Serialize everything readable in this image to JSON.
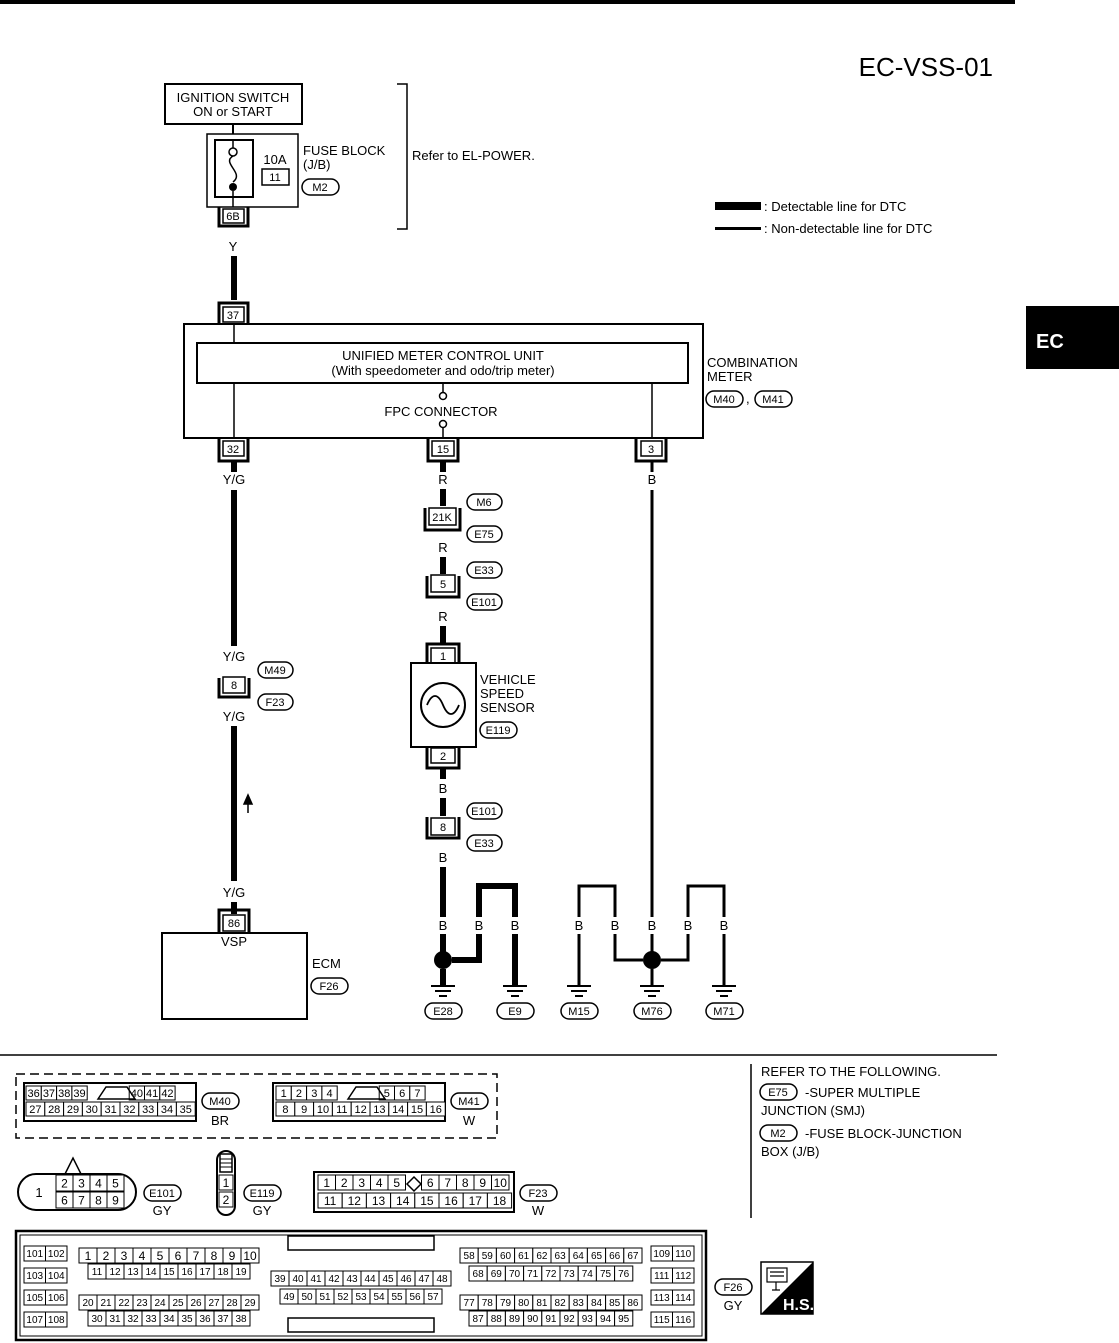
{
  "header": {
    "diagram_id": "EC-VSS-01",
    "section_tab": "EC"
  },
  "power": {
    "ignition_line1": "IGNITION SWITCH",
    "ignition_line2": "ON or START",
    "fuse_amp": "10A",
    "fuse_no": "11",
    "fuse_block_line1": "FUSE BLOCK",
    "fuse_block_line2": "(J/B)",
    "fuse_conn": "M2",
    "refer": "Refer to EL-POWER.",
    "fuse_term": "6B",
    "wire_y": "Y"
  },
  "legend": {
    "detectable": ": Detectable line for DTC",
    "non_detectable": ": Non-detectable line for DTC"
  },
  "meter": {
    "term_37": "37",
    "unit_line1": "UNIFIED METER CONTROL UNIT",
    "unit_line2": "(With speedometer and odo/trip meter)",
    "fpc": "FPC CONNECTOR",
    "name_line1": "COMBINATION",
    "name_line2": "METER",
    "conn1": "M40",
    "comma": ",",
    "conn2": "M41",
    "term_32": "32",
    "term_15": "15",
    "term_3": "3"
  },
  "left_path": {
    "wire_a": "Y/G",
    "wire_b": "Y/G",
    "term_8": "8",
    "conn_m49": "M49",
    "conn_f23": "F23",
    "wire_c": "Y/G",
    "wire_d": "Y/G",
    "ecm_term": "86",
    "ecm_pin": "VSP",
    "ecm_name": "ECM",
    "ecm_conn": "F26"
  },
  "center_path": {
    "wire_r1": "R",
    "conn_m6": "M6",
    "term_21k": "21K",
    "conn_e75": "E75",
    "wire_r2": "R",
    "conn_e33a": "E33",
    "term_5": "5",
    "conn_e101a": "E101",
    "wire_r3": "R",
    "sensor_term1": "1",
    "sensor_line1": "VEHICLE",
    "sensor_line2": "SPEED",
    "sensor_line3": "SENSOR",
    "sensor_conn": "E119",
    "sensor_term2": "2",
    "wire_b1": "B",
    "conn_e101b": "E101",
    "term_8b": "8",
    "conn_e33b": "E33",
    "wire_b2": "B"
  },
  "right_path": {
    "wire_b": "B"
  },
  "grounds": {
    "wire_labels": [
      "B",
      "B",
      "B",
      "B",
      "B",
      "B",
      "B",
      "B"
    ],
    "names": [
      "E28",
      "E9",
      "M15",
      "M76",
      "M71"
    ]
  },
  "connectors": {
    "m40": {
      "row1": [
        "36",
        "37",
        "38",
        "39",
        "40",
        "41",
        "42"
      ],
      "row2": [
        "27",
        "28",
        "29",
        "30",
        "31",
        "32",
        "33",
        "34",
        "35"
      ],
      "name": "M40",
      "color": "BR"
    },
    "m41": {
      "row1": [
        "1",
        "2",
        "3",
        "4",
        "5",
        "6",
        "7"
      ],
      "row2": [
        "8",
        "9",
        "10",
        "11",
        "12",
        "13",
        "14",
        "15",
        "16"
      ],
      "name": "M41",
      "color": "W"
    },
    "e101": {
      "single": "1",
      "row1": [
        "2",
        "3",
        "4",
        "5"
      ],
      "row2": [
        "6",
        "7",
        "8",
        "9"
      ],
      "name": "E101",
      "color": "GY"
    },
    "e119": {
      "pins": [
        "1",
        "2"
      ],
      "name": "E119",
      "color": "GY"
    },
    "f23": {
      "row1": [
        "1",
        "2",
        "3",
        "4",
        "5",
        "6",
        "7",
        "8",
        "9",
        "10"
      ],
      "row2": [
        "11",
        "12",
        "13",
        "14",
        "15",
        "16",
        "17",
        "18"
      ],
      "name": "F23",
      "color": "W"
    },
    "f26": {
      "g1": [
        [
          "101",
          "102"
        ],
        [
          "103",
          "104"
        ],
        [
          "105",
          "106"
        ],
        [
          "107",
          "108"
        ]
      ],
      "g2": [
        [
          "1",
          "2",
          "3",
          "4",
          "5",
          "6",
          "7",
          "8",
          "9",
          "10"
        ],
        [
          "11",
          "12",
          "13",
          "14",
          "15",
          "16",
          "17",
          "18",
          "19"
        ],
        [
          "20",
          "21",
          "22",
          "23",
          "24",
          "25",
          "26",
          "27",
          "28",
          "29"
        ],
        [
          "30",
          "31",
          "32",
          "33",
          "34",
          "35",
          "36",
          "37",
          "38"
        ]
      ],
      "g3": [
        [
          "39",
          "40",
          "41",
          "42",
          "43",
          "44",
          "45",
          "46",
          "47",
          "48"
        ],
        [
          "49",
          "50",
          "51",
          "52",
          "53",
          "54",
          "55",
          "56",
          "57"
        ]
      ],
      "g4": [
        [
          "58",
          "59",
          "60",
          "61",
          "62",
          "63",
          "64",
          "65",
          "66",
          "67"
        ],
        [
          "68",
          "69",
          "70",
          "71",
          "72",
          "73",
          "74",
          "75",
          "76"
        ],
        [
          "77",
          "78",
          "79",
          "80",
          "81",
          "82",
          "83",
          "84",
          "85",
          "86"
        ],
        [
          "87",
          "88",
          "89",
          "90",
          "91",
          "92",
          "93",
          "94",
          "95"
        ]
      ],
      "g5": [
        [
          "109",
          "110"
        ],
        [
          "111",
          "112"
        ],
        [
          "113",
          "114"
        ],
        [
          "115",
          "116"
        ]
      ],
      "name": "F26",
      "color": "GY"
    }
  },
  "refer": {
    "title": "REFER TO THE FOLLOWING.",
    "item1_conn": "E75",
    "item1_line1": "-SUPER MULTIPLE",
    "item1_line2": "JUNCTION (SMJ)",
    "item2_conn": "M2",
    "item2_line1": "-FUSE BLOCK-JUNCTION",
    "item2_line2": "BOX (J/B)"
  },
  "hs_badge": "H.S."
}
